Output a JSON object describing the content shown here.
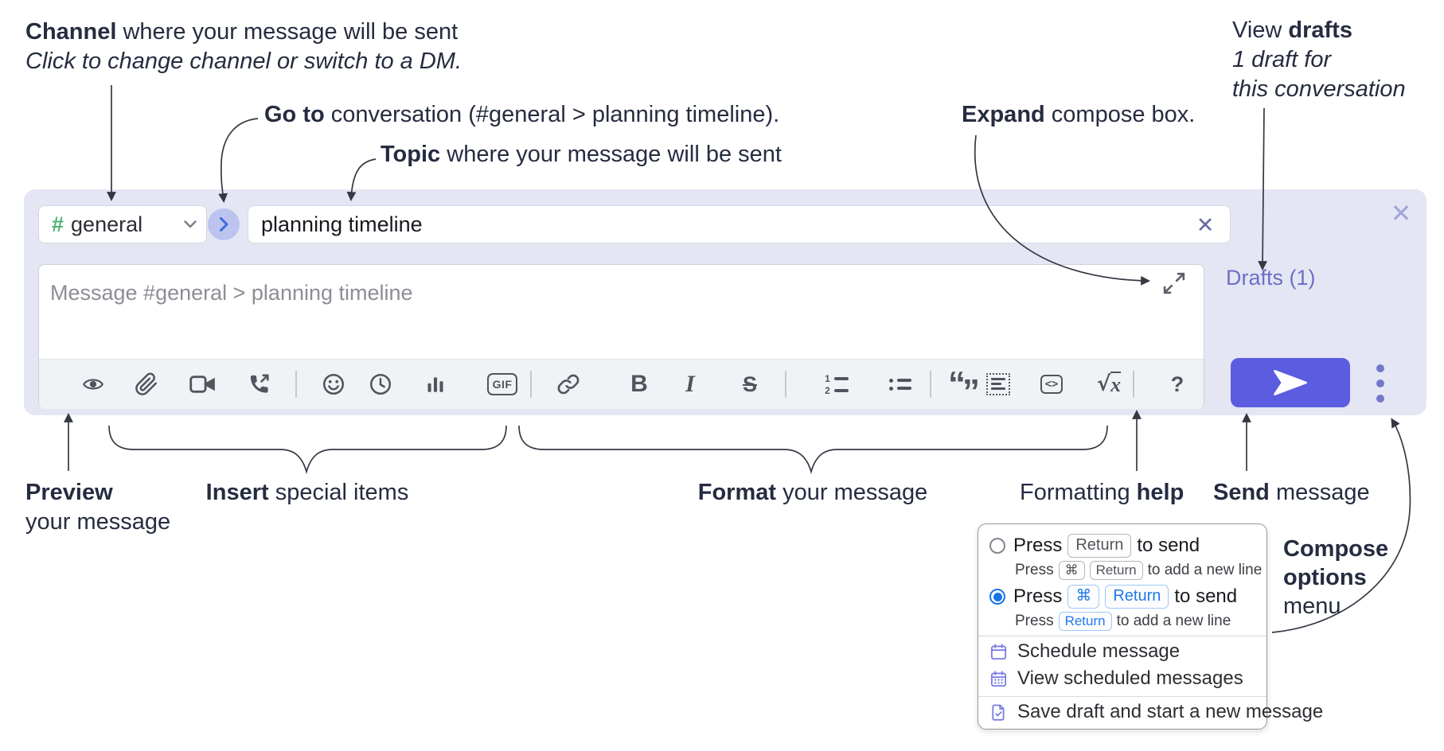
{
  "annotations": {
    "channel_bold": "Channel",
    "channel_rest": " where your message will be sent",
    "channel_sub": "Click to change channel or switch to a DM.",
    "goto_bold": "Go to",
    "goto_rest": " conversation (#general > planning timeline).",
    "topic_bold": "Topic",
    "topic_rest": " where your message will be sent",
    "expand_bold": "Expand",
    "expand_rest": " compose box.",
    "drafts_pre": "View ",
    "drafts_bold": "drafts",
    "drafts_sub1": "1 draft for",
    "drafts_sub2": "this conversation",
    "preview_bold": "Preview",
    "preview_rest": "your message",
    "insert_bold": "Insert",
    "insert_rest": " special items",
    "format_bold": "Format",
    "format_rest": " your message",
    "help_pre": "Formatting ",
    "help_bold": "help",
    "send_bold": "Send",
    "send_rest": " message",
    "compose_opt_bold1": "Compose",
    "compose_opt_bold2": "options",
    "compose_opt_rest": "menu"
  },
  "compose": {
    "channel_hash": "#",
    "channel_name": "general",
    "topic_value": "planning timeline",
    "message_placeholder": "Message #general > planning timeline",
    "drafts_link": "Drafts (1)",
    "clear_x": "✕",
    "close_x": "✕"
  },
  "toolbar": {
    "gif": "GIF",
    "bold": "B",
    "italic": "I",
    "strike": "S",
    "code": "<>",
    "math_sqrt": "√",
    "math_x": "x",
    "help": "?",
    "ol_1": "1",
    "ol_2": "2",
    "quote_open": "“",
    "quote_close": "”"
  },
  "menu": {
    "opt1_press": "Press",
    "opt1_key": "Return",
    "opt1_tail": "to send",
    "opt1_sub_press": "Press",
    "opt1_sub_key1": "⌘",
    "opt1_sub_key2": "Return",
    "opt1_sub_tail": "to add a new line",
    "opt2_press": "Press",
    "opt2_key1": "⌘",
    "opt2_key2": "Return",
    "opt2_tail": "to send",
    "opt2_sub_press": "Press",
    "opt2_sub_key": "Return",
    "opt2_sub_tail": "to add a new line",
    "item_schedule": "Schedule message",
    "item_view_scheduled": "View scheduled messages",
    "item_save_draft": "Save draft and start a new message"
  },
  "colors": {
    "accent_send": "#5b5ce0",
    "link_purple": "#6d6fc5",
    "kbd_blue": "#2079ec",
    "hash_green": "#52b475",
    "menu_icon_purple": "#7b7de4",
    "compose_bg": "#e4e6f4",
    "radio_blue": "#1a73e8"
  }
}
